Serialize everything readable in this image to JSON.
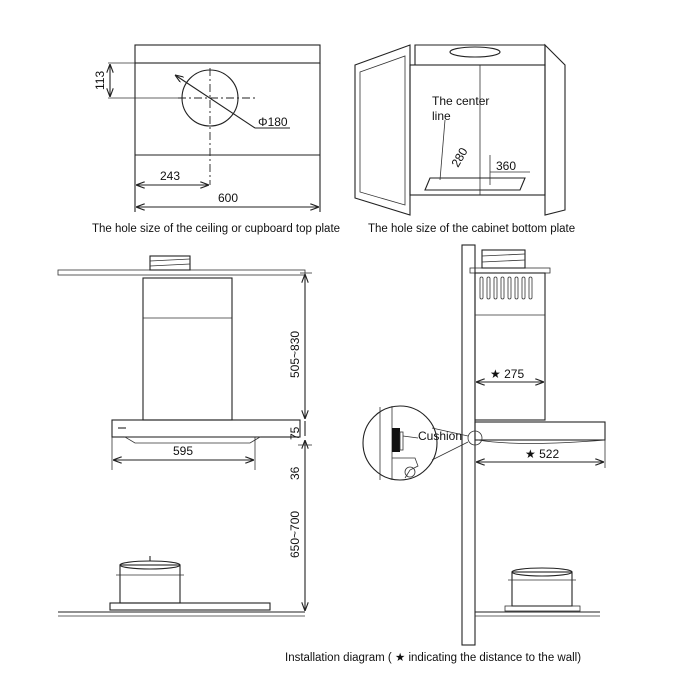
{
  "panels": {
    "ceiling_hole": {
      "caption": "The hole size of the ceiling or cupboard top plate",
      "dim_vertical": "113",
      "dim_diameter": "Φ180",
      "dim_offset": "243",
      "dim_width": "600"
    },
    "cabinet_hole": {
      "caption": "The hole size of the cabinet bottom plate",
      "center_line_1": "The center",
      "center_line_2": "line",
      "dim_depth": "280",
      "dim_width": "360"
    },
    "front_view": {
      "dim_chimney_height": "505~830",
      "dim_canopy_height": "75",
      "dim_width": "595",
      "dim_gap": "36",
      "dim_cooktop_distance": "650~700"
    },
    "side_view": {
      "dim_chimney_depth": "★ 275",
      "dim_canopy_depth": "★ 522",
      "cushion_label": "Cushion",
      "caption": "Installation diagram ( ★ indicating the distance to the wall)"
    }
  }
}
